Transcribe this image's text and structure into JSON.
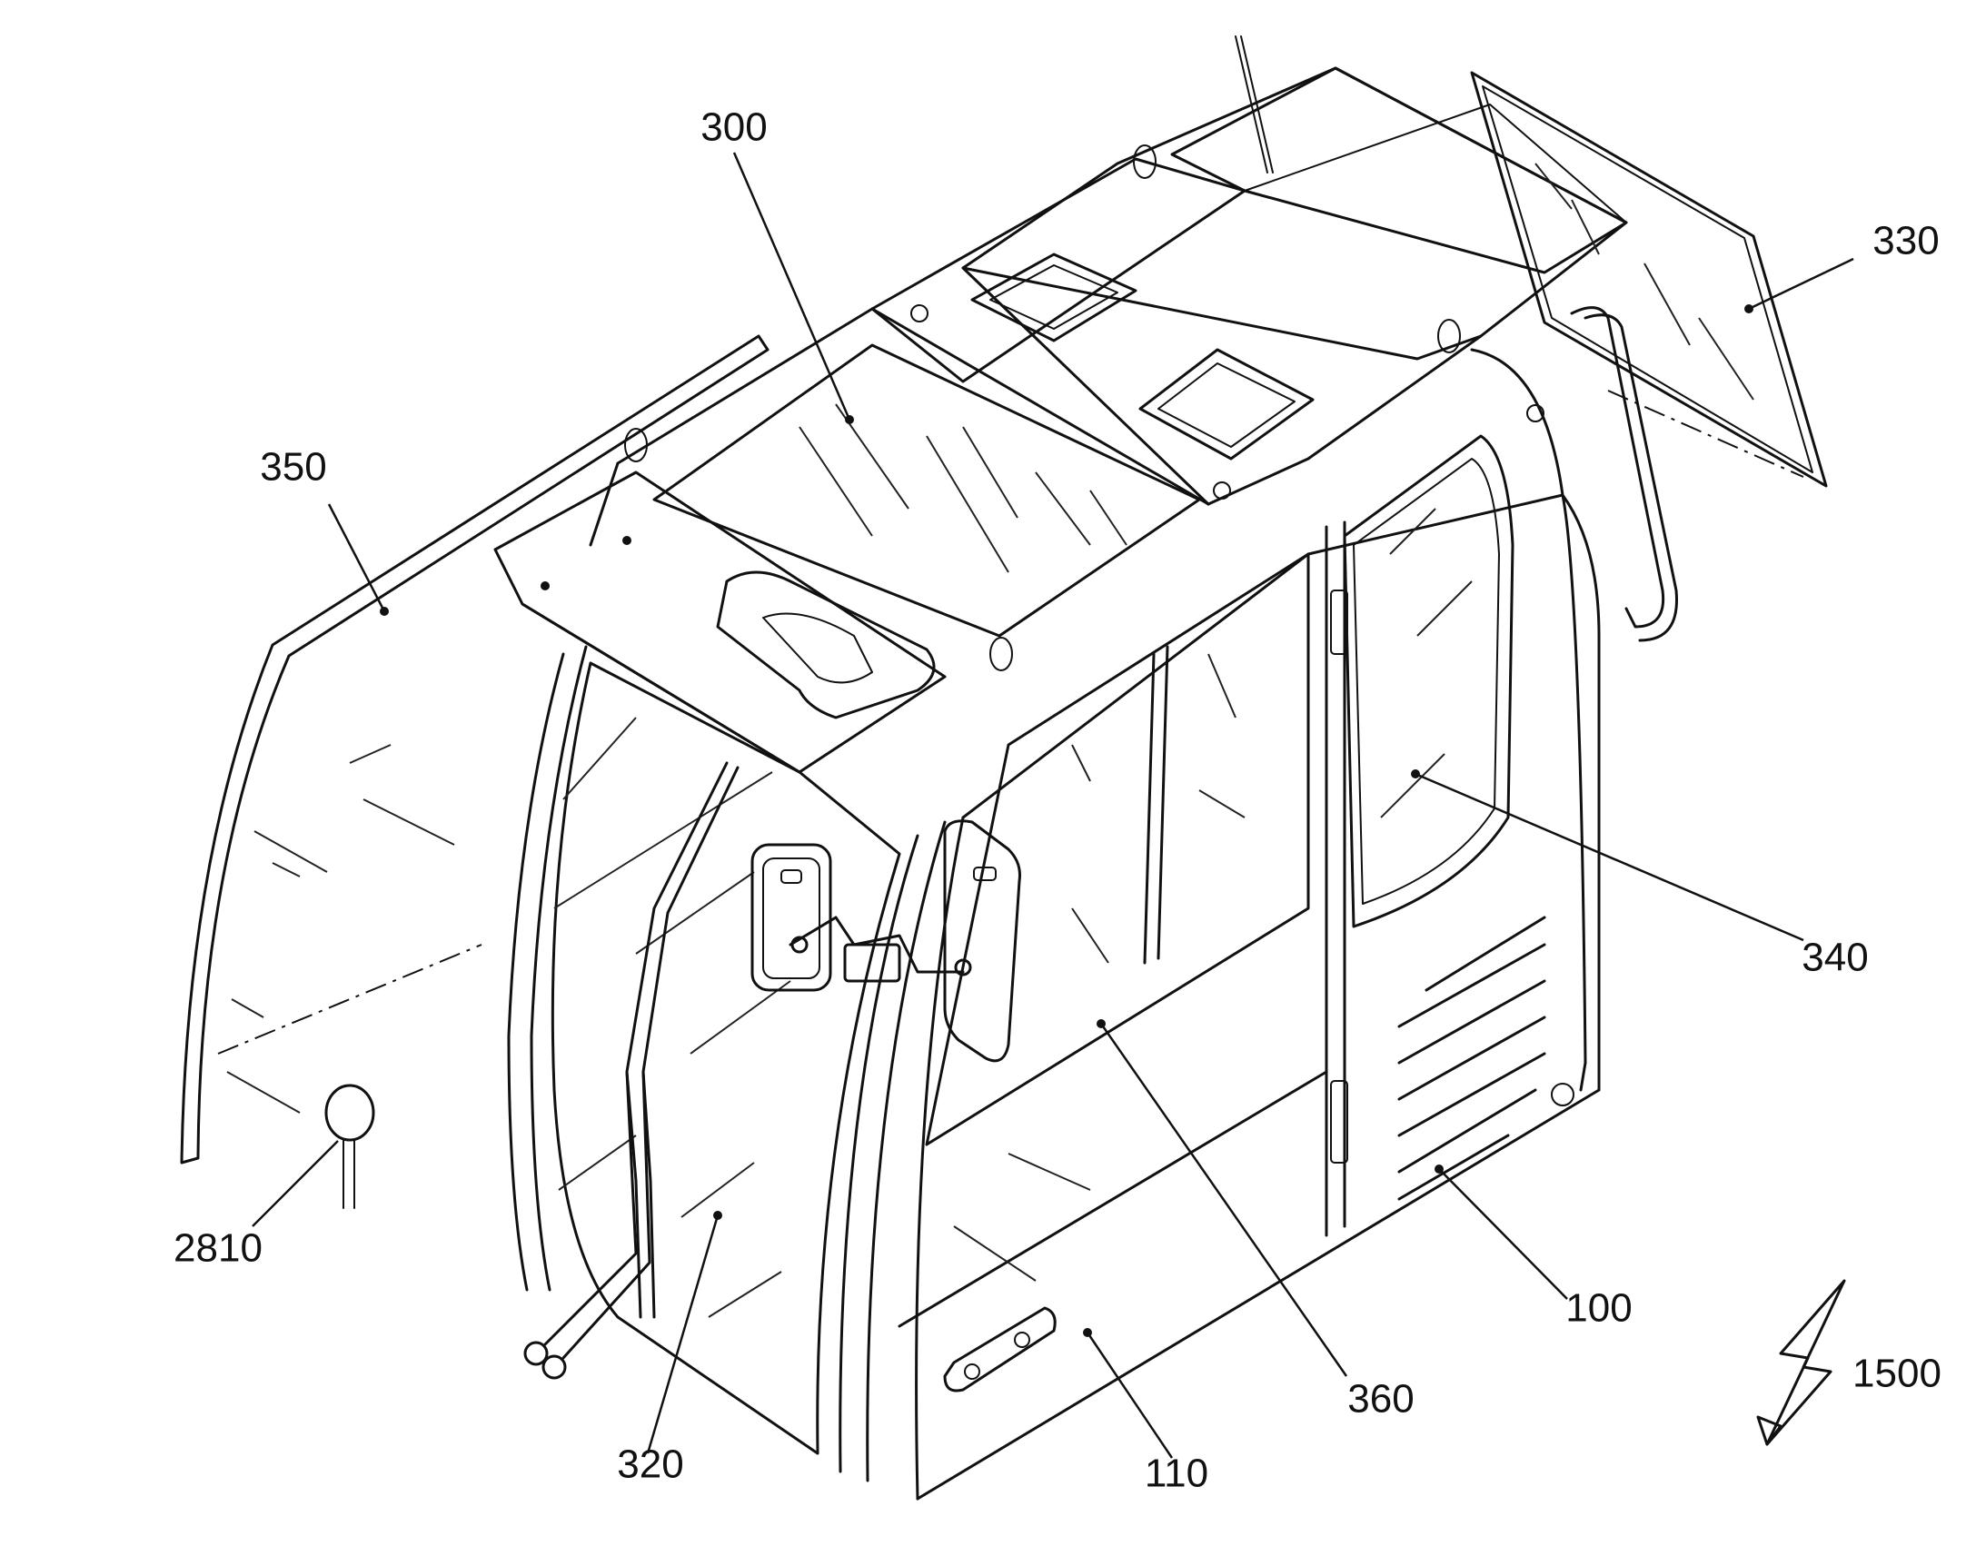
{
  "figure": {
    "colors": {
      "line": "#111111",
      "background": "#ffffff"
    },
    "labels": [
      {
        "id": "300",
        "text": "300",
        "part": "roof window glass"
      },
      {
        "id": "330",
        "text": "330",
        "part": "rear window glass"
      },
      {
        "id": "340",
        "text": "340",
        "part": "right door window"
      },
      {
        "id": "350",
        "text": "350",
        "part": "front window glass (exploded)"
      },
      {
        "id": "2810",
        "text": "2810",
        "part": "sensor"
      },
      {
        "id": "320",
        "text": "320",
        "part": "lower front window"
      },
      {
        "id": "110",
        "text": "110",
        "part": "cab frame"
      },
      {
        "id": "360",
        "text": "360",
        "part": "side sliding window"
      },
      {
        "id": "100",
        "text": "100",
        "part": "cab"
      },
      {
        "id": "1500",
        "text": "1500",
        "part": "lightning strike"
      }
    ]
  }
}
